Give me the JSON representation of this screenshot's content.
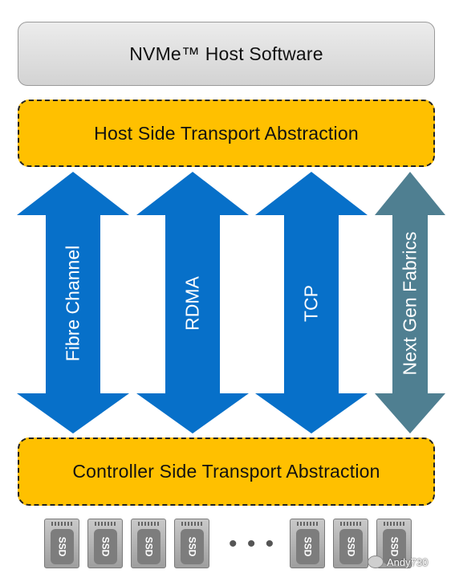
{
  "top": {
    "host_software": "NVMe™ Host Software"
  },
  "layers": {
    "host_side": "Host Side Transport Abstraction",
    "controller_side": "Controller Side Transport Abstraction"
  },
  "transports": [
    {
      "label": "Fibre Channel",
      "color": "#0770c9"
    },
    {
      "label": "RDMA",
      "color": "#0770c9"
    },
    {
      "label": "TCP",
      "color": "#0770c9"
    },
    {
      "label": "Next Gen Fabrics",
      "color": "#4f7f91"
    }
  ],
  "ssd_label": "SSD",
  "ellipsis": "• • •",
  "watermark": {
    "text": "Andy730",
    "icon": "wechat-icon"
  }
}
